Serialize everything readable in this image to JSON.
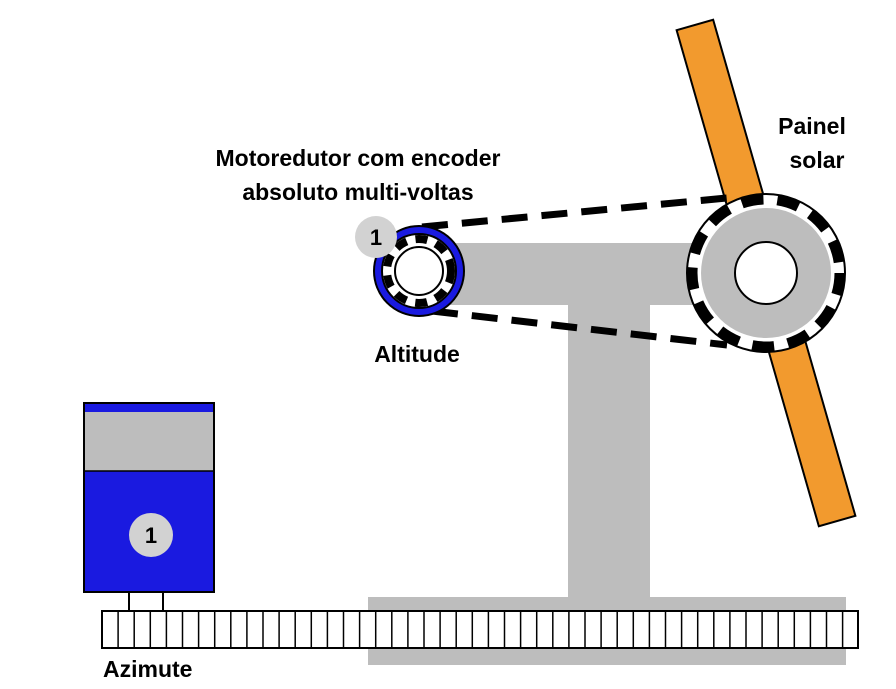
{
  "labels": {
    "motor_line1": "Motoredutor com encoder",
    "motor_line2": "absoluto multi-voltas",
    "panel_line1": "Painel",
    "panel_line2": "solar",
    "altitude": "Altitude",
    "azimute": "Azimute"
  },
  "badges": {
    "altitude_motor": "1",
    "azimuth_motor": "1"
  },
  "colors": {
    "support_gray": "#bdbdbd",
    "motor_blue": "#1a1ae0",
    "panel_orange": "#f29a2e",
    "badge_gray": "#d2d2d2",
    "outline": "#000000"
  }
}
